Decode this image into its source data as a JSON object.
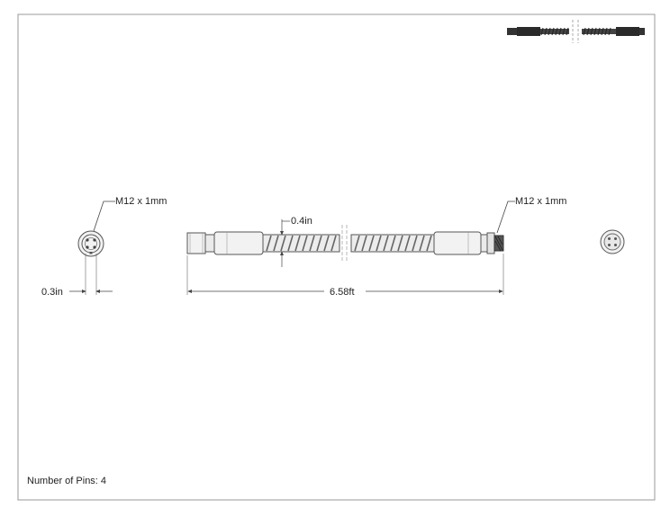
{
  "drawing": {
    "left_end_view": {
      "thread_label": "M12 x 1mm",
      "width_dim": "0.3in"
    },
    "cable_side_view": {
      "thread_label": "M12 x 1mm",
      "diameter_dim": "0.4in",
      "length_dim": "6.58ft"
    },
    "footer": {
      "pin_note": "Number of Pins: 4"
    }
  },
  "colors": {
    "line": "#555555",
    "dim": "#444444",
    "part_fill": "#f2f2f2",
    "shade": "#d8d8d8"
  },
  "icons": [
    "cable-thumbnail-icon",
    "connector-face-icon",
    "connector-face-male-icon"
  ]
}
